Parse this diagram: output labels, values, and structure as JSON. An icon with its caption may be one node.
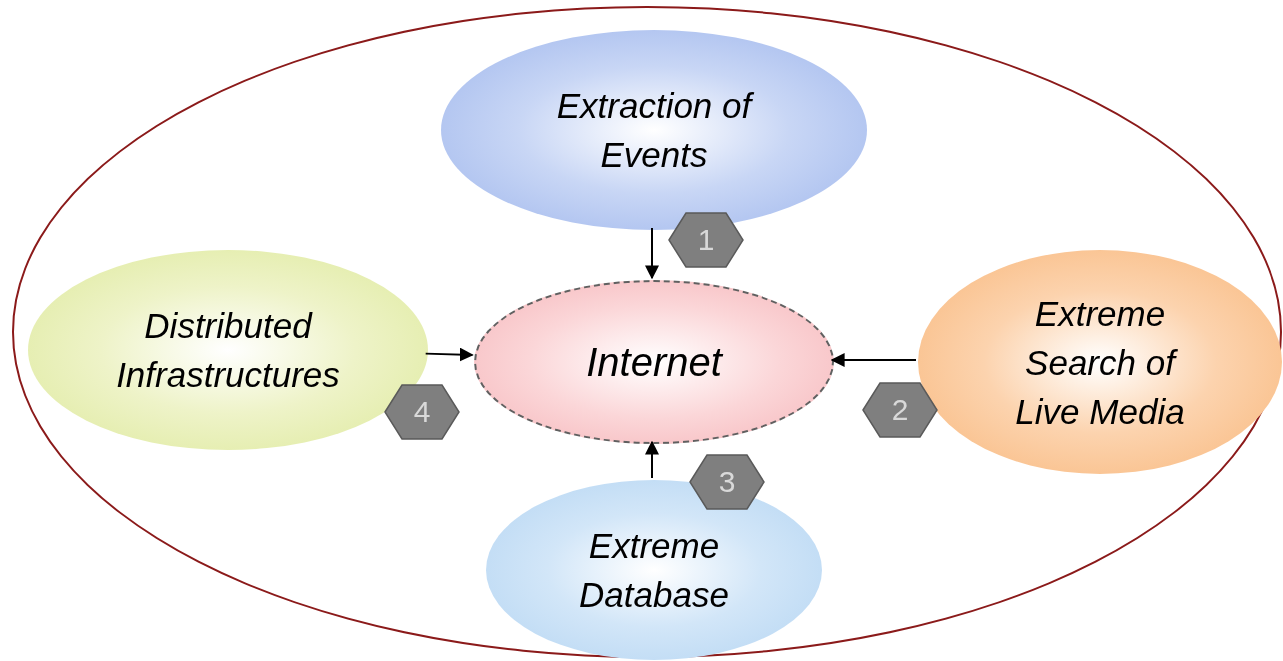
{
  "diagram": {
    "nodes": [
      {
        "text": [],
        "shape": "circle"
      },
      {
        "text": [
          "Extraction of Events"
        ],
        "in": 0
      },
      {
        "text": [
          "Distributed Infrastructures"
        ],
        "in": 0
      },
      {
        "text": [
          "Internet"
        ],
        "in": 0
      },
      {
        "text": [
          "Extreme Search of Live Media"
        ],
        "in": 0
      },
      {
        "text": [
          "1"
        ],
        "in": 0
      },
      {
        "text": [
          "4"
        ],
        "in": 0
      },
      {
        "text": [
          "2"
        ],
        "in": 0
      },
      {
        "text": [
          "3"
        ],
        "in": 0
      },
      {
        "text": [
          "Extreme Database"
        ],
        "in": 0
      }
    ],
    "edges": [
      {
        "from": 1,
        "to": 3,
        "arrow": "to"
      },
      {
        "from": 4,
        "to": 3,
        "arrow": "to"
      },
      {
        "from": 9,
        "to": 3,
        "arrow": "to"
      },
      {
        "from": 2,
        "to": 3,
        "arrow": "to"
      }
    ]
  }
}
